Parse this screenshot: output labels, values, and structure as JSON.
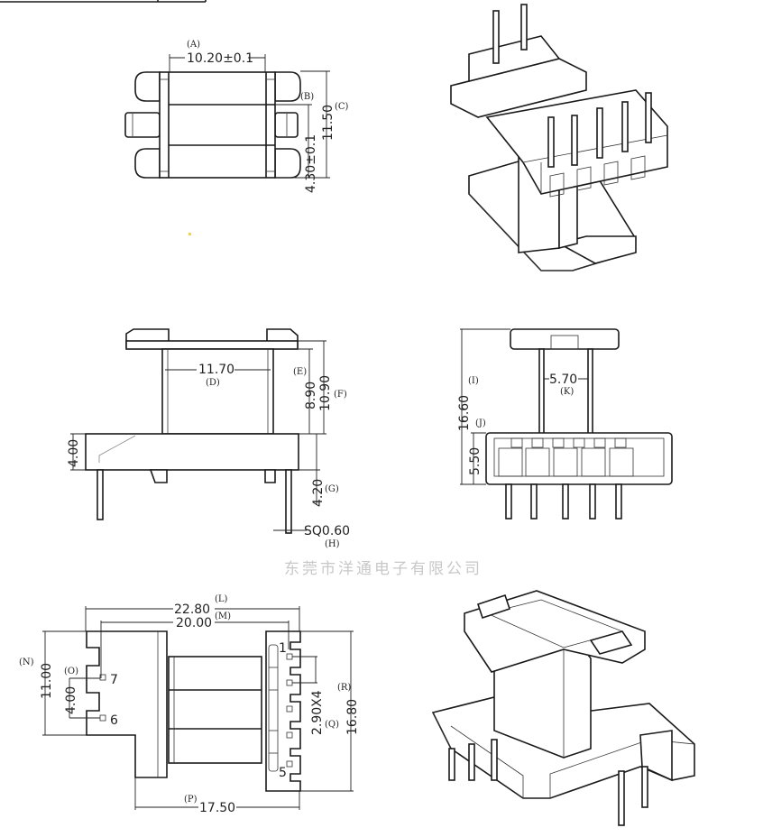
{
  "watermark": "东莞市洋通电子有限公司",
  "top_view": {
    "A": {
      "tag": "(A)",
      "value": "10.20±0.1"
    },
    "B": {
      "tag": "(B)",
      "value": "4.30±0.1"
    },
    "C": {
      "tag": "(C)",
      "value": "11.50"
    }
  },
  "side_view": {
    "D": {
      "tag": "(D)",
      "value": "11.70"
    },
    "E": {
      "tag": "(E)",
      "value": "8.90"
    },
    "F": {
      "tag": "(F)",
      "value": "10.90"
    },
    "base": {
      "value": "4.00"
    },
    "G": {
      "tag": "(G)",
      "value": "4.20"
    },
    "H": {
      "tag": "(H)",
      "value": "SQ0.60"
    }
  },
  "front_view": {
    "I": {
      "tag": "(I)",
      "value": "16.60"
    },
    "J": {
      "tag": "(J)",
      "value": "5.50"
    },
    "K": {
      "tag": "(K)",
      "value": "5.70"
    }
  },
  "bottom_view": {
    "L": {
      "tag": "(L)",
      "value": "22.80"
    },
    "M": {
      "tag": "(M)",
      "value": "20.00"
    },
    "N": {
      "tag": "(N)",
      "value": "11.00"
    },
    "O": {
      "tag": "(O)",
      "value": "4.00"
    },
    "P": {
      "tag": "(P)",
      "value": "17.50"
    },
    "Q": {
      "tag": "(Q)",
      "value": "2.90X4"
    },
    "R": {
      "tag": "(R)",
      "value": "16.80"
    },
    "pins": [
      "7",
      "6",
      "1",
      "5"
    ]
  }
}
